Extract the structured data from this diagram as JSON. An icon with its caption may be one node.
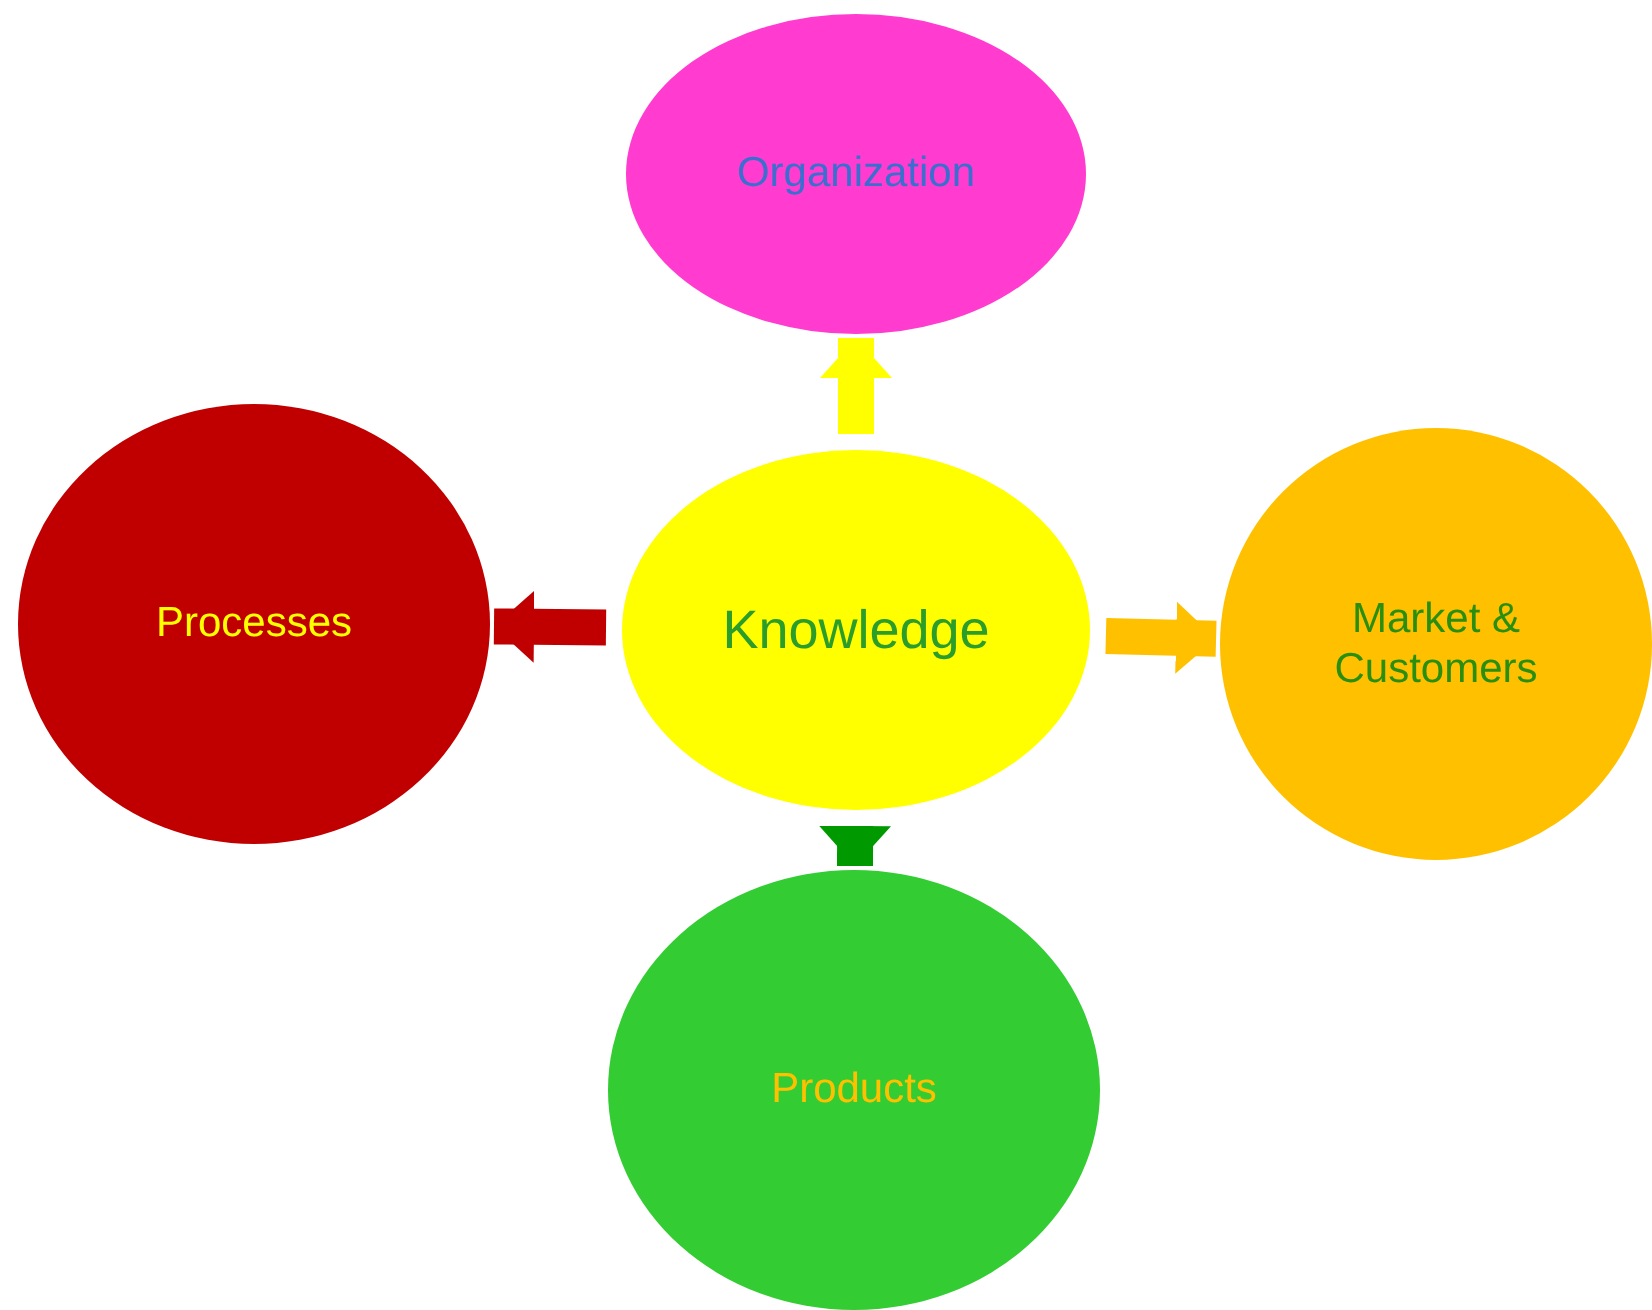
{
  "diagram": {
    "nodes": [
      {
        "text": [
          "Organization"
        ]
      },
      {
        "text": [
          "Processes"
        ]
      },
      {
        "text": [
          "Knowledge"
        ]
      },
      {
        "text": [
          "Market & Customers"
        ]
      },
      {
        "text": [
          "Products"
        ]
      }
    ],
    "edges": [
      {
        "from": 2,
        "to": 0,
        "arrow": "to",
        "color": "#ffff00"
      },
      {
        "from": 2,
        "to": 1,
        "arrow": "to",
        "color": "#c00000"
      },
      {
        "from": 2,
        "to": 3,
        "arrow": "to",
        "color": "#ffc000"
      },
      {
        "from": 2,
        "to": 4,
        "arrow": "to",
        "color": "#009900"
      }
    ]
  }
}
